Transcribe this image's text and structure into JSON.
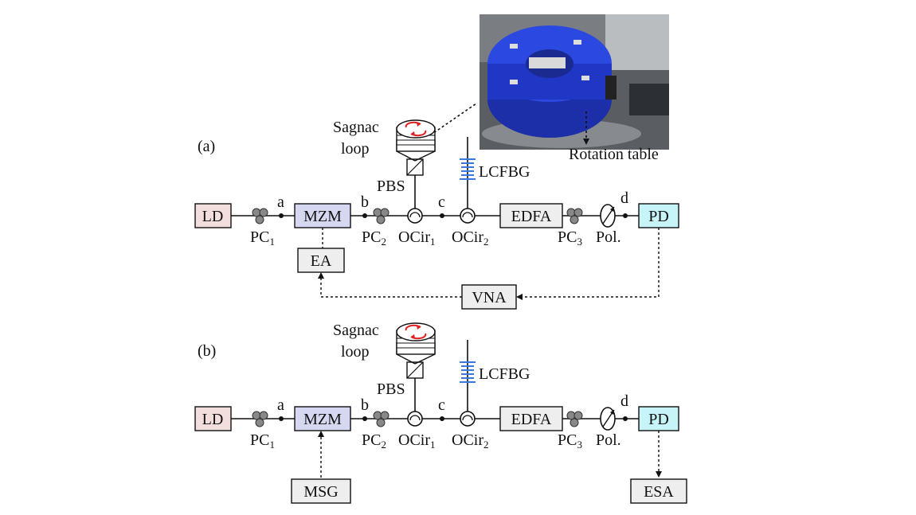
{
  "panels": [
    {
      "id": "a",
      "panel_label": "(a)",
      "blocks": {
        "ld": "LD",
        "mzm": "MZM",
        "edfa": "EDFA",
        "pd": "PD",
        "ea": "EA",
        "vna": "VNA"
      },
      "pc1": {
        "base": "PC",
        "sub": "1"
      },
      "pc2": {
        "base": "PC",
        "sub": "2"
      },
      "pc3": {
        "base": "PC",
        "sub": "3"
      },
      "ocir1": {
        "base": "OCir",
        "sub": "1"
      },
      "ocir2": {
        "base": "OCir",
        "sub": "2"
      },
      "pol": "Pol.",
      "points": {
        "a": "a",
        "b": "b",
        "c": "c",
        "d": "d"
      },
      "sagnac": [
        "Sagnac",
        "loop"
      ],
      "pbs": "PBS",
      "lcfbg": "LCFBG"
    },
    {
      "id": "b",
      "panel_label": "(b)",
      "blocks": {
        "ld": "LD",
        "mzm": "MZM",
        "edfa": "EDFA",
        "pd": "PD",
        "msg": "MSG",
        "esa": "ESA"
      },
      "pc1": {
        "base": "PC",
        "sub": "1"
      },
      "pc2": {
        "base": "PC",
        "sub": "2"
      },
      "pc3": {
        "base": "PC",
        "sub": "3"
      },
      "ocir1": {
        "base": "OCir",
        "sub": "1"
      },
      "ocir2": {
        "base": "OCir",
        "sub": "2"
      },
      "pol": "Pol.",
      "points": {
        "a": "a",
        "b": "b",
        "c": "c",
        "d": "d"
      },
      "sagnac": [
        "Sagnac",
        "loop"
      ],
      "pbs": "PBS",
      "lcfbg": "LCFBG"
    }
  ],
  "photo": {
    "caption": "Rotation table"
  },
  "colors": {
    "ld_fill": "#f3dede",
    "mzm_fill": "#d5d8f0",
    "pd_fill": "#c6f4f8",
    "gray_fill": "#eeeeee",
    "arrow_red": "#e02020",
    "fbg_blue": "#3a78e0",
    "coil_blue": "#1d3ad0"
  }
}
